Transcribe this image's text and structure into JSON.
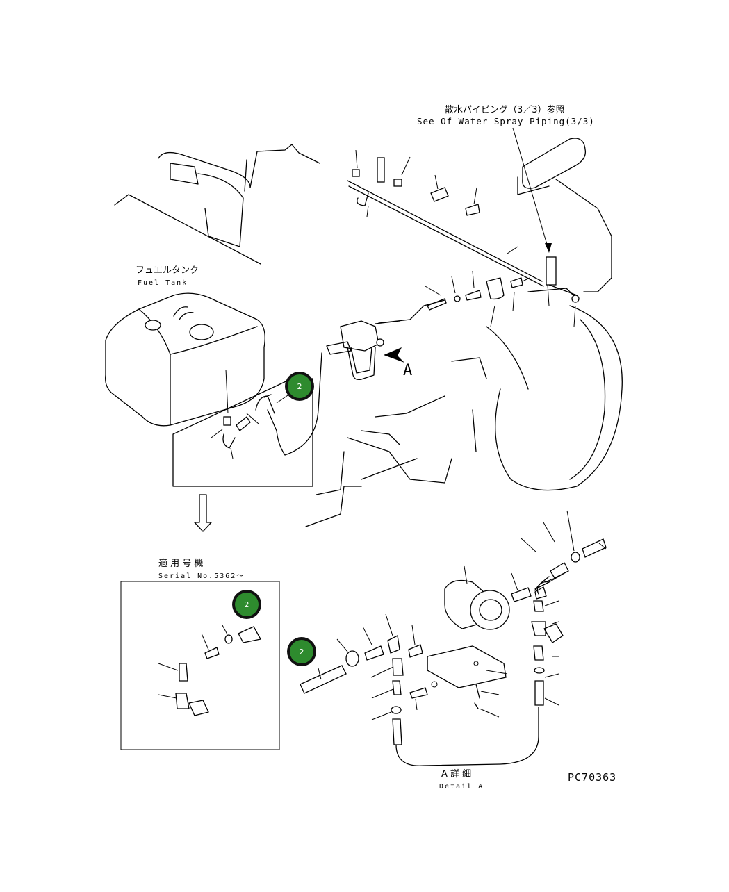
{
  "labels": {
    "water_spray_jp": "散水パイピング（3／3）参照",
    "water_spray_en": "See Of Water Spray Piping(3/3)",
    "fuel_tank_jp": "フュエルタンク",
    "fuel_tank_en": "Fuel Tank",
    "serial_jp": "適 用 号 機",
    "serial_en": "Serial No.5362～",
    "detail_jp": "A 詳 細",
    "detail_en": "Detail A",
    "view_arrow": "A",
    "drawing_number": "PC70363"
  },
  "callouts": [
    {
      "number": "2"
    },
    {
      "number": "2"
    },
    {
      "number": "2"
    }
  ],
  "colors": {
    "callout_fill": "#2e8b2e",
    "callout_border": "#111111",
    "line": "#000000"
  }
}
